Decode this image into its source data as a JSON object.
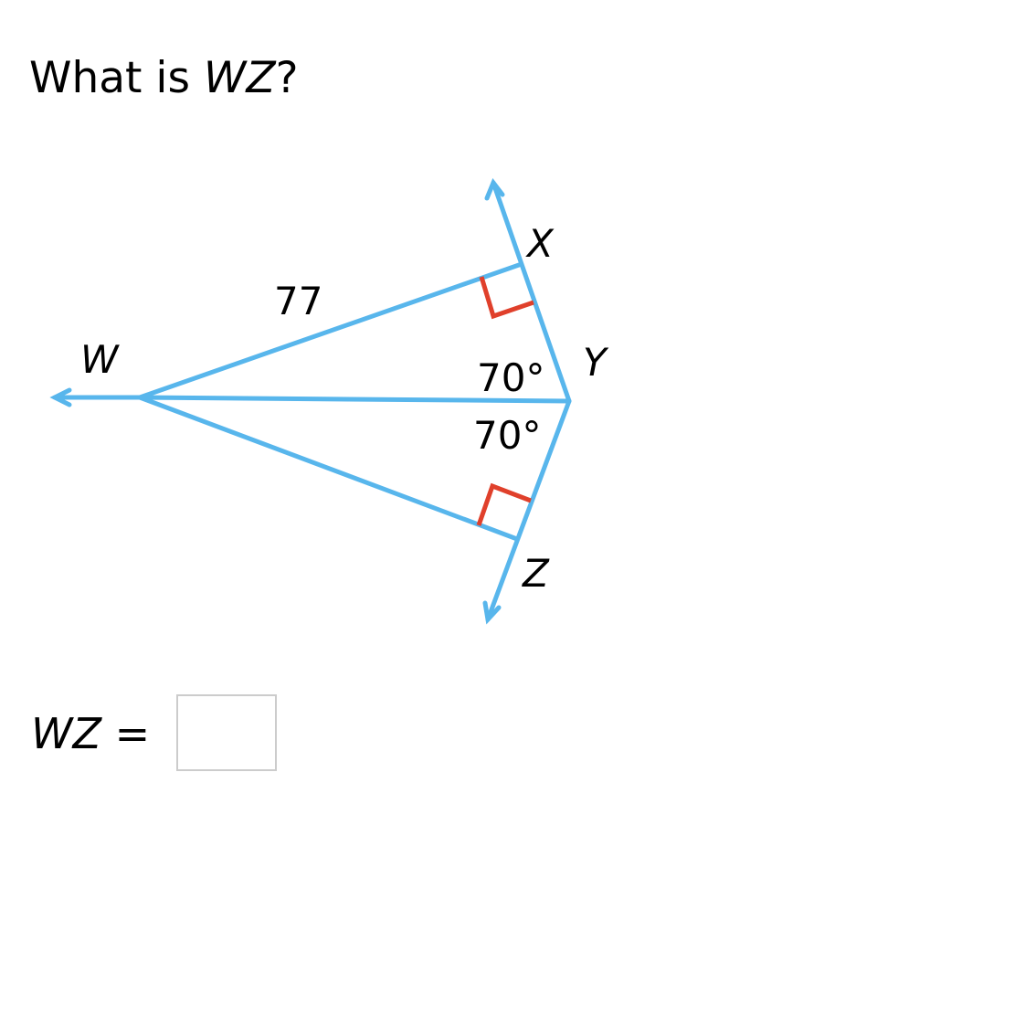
{
  "question": {
    "prefix": "What is ",
    "variable": "WZ",
    "suffix": "?"
  },
  "diagram": {
    "points": {
      "W": "W",
      "X": "X",
      "Y": "Y",
      "Z": "Z"
    },
    "side_label": "77",
    "angle_top": "70°",
    "angle_bottom": "70°",
    "line_color": "#58b6ec",
    "right_angle_color": "#e0402b"
  },
  "answer": {
    "variable": "WZ",
    "equals": "=",
    "value": ""
  }
}
